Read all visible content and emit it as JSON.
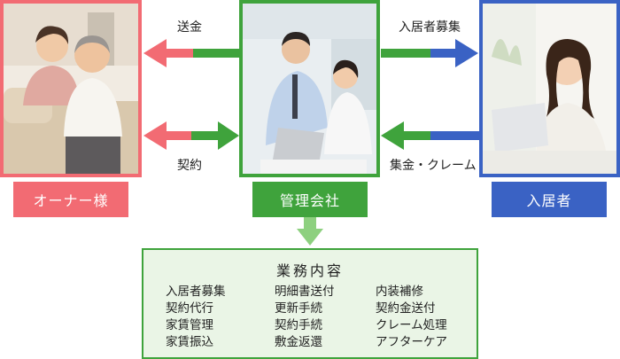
{
  "colors": {
    "owner": "#f26b73",
    "company": "#3fa33c",
    "resident": "#3a62c4",
    "box_fill": "#eaf5e6"
  },
  "roles": {
    "owner": "オーナー様",
    "company": "管理会社",
    "resident": "入居者"
  },
  "arrows": {
    "remittance": "送金",
    "contract": "契約",
    "tenant_recruitment": "入居者募集",
    "collection_claims": "集金・クレーム"
  },
  "business": {
    "title": "業務内容",
    "columns": [
      [
        "入居者募集",
        "契約代行",
        "家賃管理",
        "家賃振込"
      ],
      [
        "明細書送付",
        "更新手続",
        "契約手続",
        "敷金返還"
      ],
      [
        "内装補修",
        "契約金送付",
        "クレーム処理",
        "アフターケア"
      ]
    ]
  }
}
